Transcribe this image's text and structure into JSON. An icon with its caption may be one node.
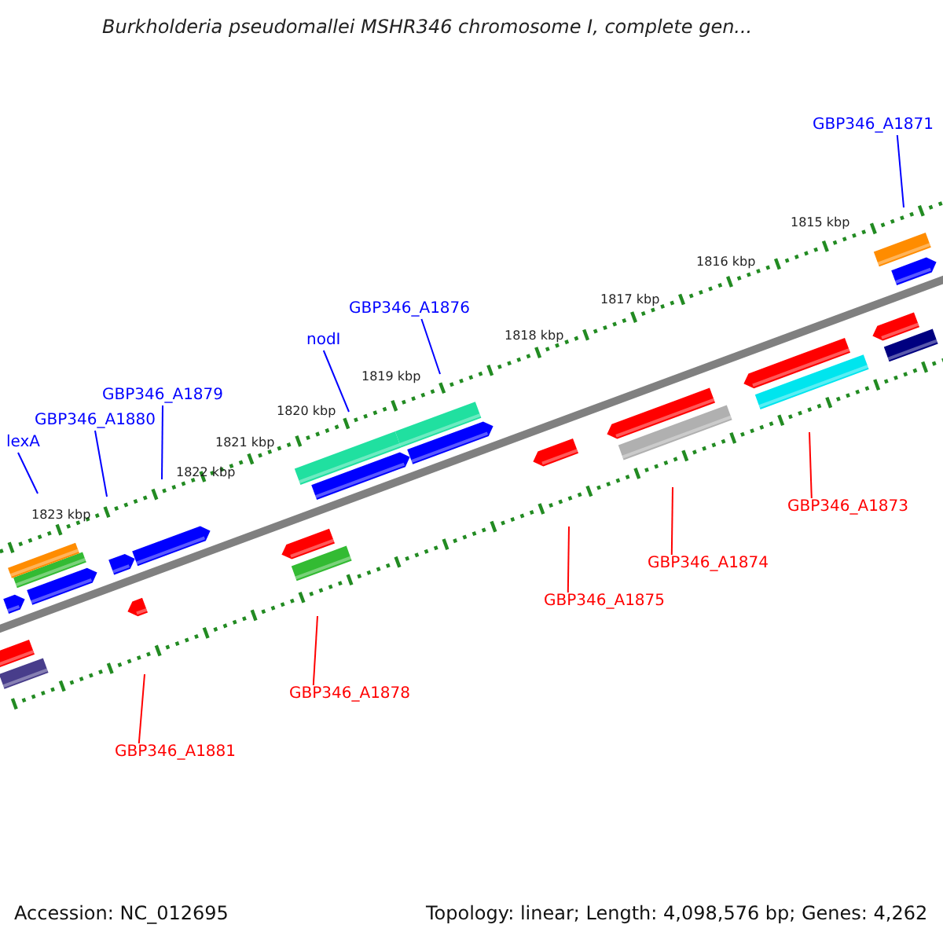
{
  "diagram": {
    "title": "Burkholderia pseudomallei MSHR346 chromosome I, complete gen...",
    "nodes": [
      {
        "text": [
          "GBP346_A1871"
        ]
      },
      {
        "text": [
          "GBP346_A1876"
        ]
      },
      {
        "text": [
          "nodI"
        ]
      },
      {
        "text": [
          "GBP346_A1879"
        ]
      },
      {
        "text": [
          "GBP346_A1880"
        ]
      },
      {
        "text": [
          "lexA"
        ]
      },
      {
        "text": [
          "GBP346_A1873"
        ]
      },
      {
        "text": [
          "GBP346_A1874"
        ]
      },
      {
        "text": [
          "GBP346_A1875"
        ]
      },
      {
        "text": [
          "GBP346_A1878"
        ]
      },
      {
        "text": [
          "GBP346_A1881"
        ]
      }
    ],
    "edges": [
      {
        "from": 0,
        "to": null,
        "arrow": "none"
      },
      {
        "from": 1,
        "to": null,
        "arrow": "none"
      },
      {
        "from": 2,
        "to": null,
        "arrow": "none"
      },
      {
        "from": 3,
        "to": null,
        "arrow": "none"
      },
      {
        "from": 4,
        "to": null,
        "arrow": "none"
      },
      {
        "from": 5,
        "to": null,
        "arrow": "none"
      },
      {
        "from": 6,
        "to": null,
        "arrow": "none",
        "color": "#ff0000"
      },
      {
        "from": 7,
        "to": null,
        "arrow": "none",
        "color": "#ff0000"
      },
      {
        "from": 8,
        "to": null,
        "arrow": "none",
        "color": "#ff0000"
      },
      {
        "from": 9,
        "to": null,
        "arrow": "none",
        "color": "#ff0000"
      },
      {
        "from": 10,
        "to": null,
        "arrow": "none",
        "color": "#ff0000"
      }
    ],
    "labels": [
      "1815 kbp",
      "1816 kbp",
      "1817 kbp",
      "1818 kbp",
      "1819 kbp",
      "1820 kbp",
      "1821 kbp",
      "1822 kbp",
      "1823 kbp",
      "Accession: NC_012695",
      "Topology: linear; Length: 4,098,576 bp; Genes: 4,262"
    ]
  }
}
